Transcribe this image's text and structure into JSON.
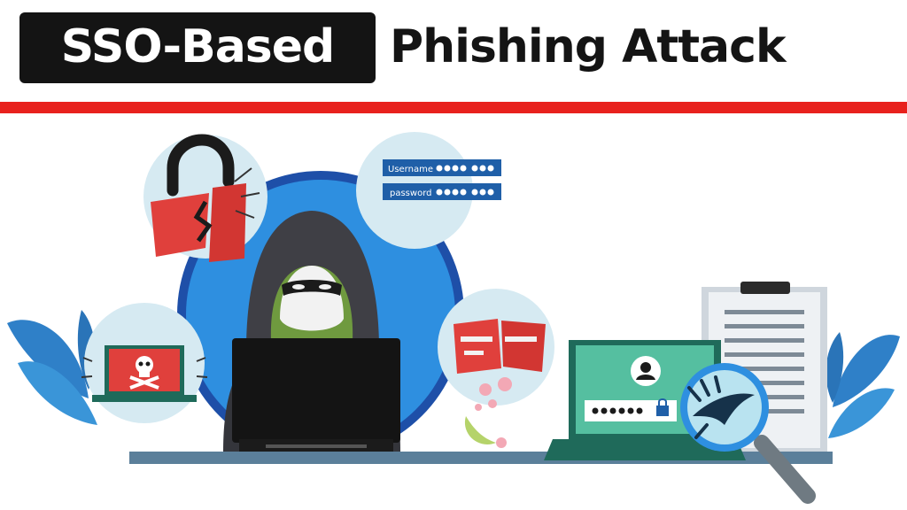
{
  "header": {
    "title_highlight": "SSO-Based",
    "title_rest": "Phishing Attack"
  },
  "credentials": {
    "username_label": "Username",
    "password_label": "password"
  },
  "colors": {
    "title_box": "#141414",
    "rule": "#e8211d",
    "circle_blue": "#2e8fe0",
    "bubble": "#d6eaf2",
    "lock_red": "#e0403c",
    "laptop_green": "#55bfa0",
    "desk": "#5b7f9a"
  },
  "icons": [
    "broken-padlock-icon",
    "hacker-icon",
    "skull-laptop-icon",
    "torn-credit-card-icon",
    "login-laptop-icon",
    "document-icon",
    "magnifier-claw-icon",
    "leaf-icon"
  ]
}
